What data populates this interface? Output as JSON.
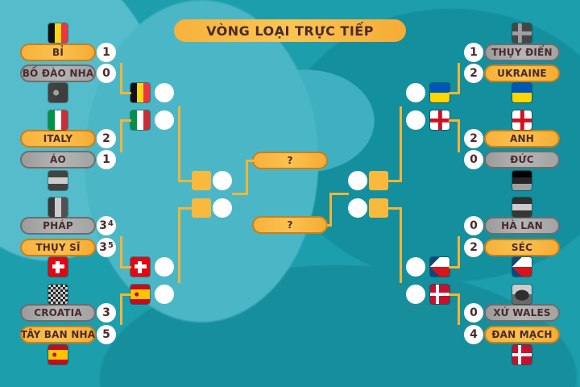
{
  "title": "VÒNG LOẠI TRỰC TIẾP",
  "colors": {
    "accent": "#f9b93d",
    "background": "#1d9eac",
    "loser": "#a3a3a3",
    "text": "#4a2a2e"
  },
  "left": {
    "teams": [
      {
        "name": "BỈ",
        "score": "1",
        "pen": "",
        "flag": "belgium",
        "winner": true
      },
      {
        "name": "BỒ ĐÀO NHA",
        "score": "0",
        "pen": "",
        "flag": "portugal",
        "winner": false
      },
      {
        "name": "ITALY",
        "score": "2",
        "pen": "",
        "flag": "italy",
        "winner": true
      },
      {
        "name": "ÁO",
        "score": "1",
        "pen": "",
        "flag": "austria",
        "winner": false
      },
      {
        "name": "PHÁP",
        "score": "3",
        "pen": "4",
        "flag": "france",
        "winner": false
      },
      {
        "name": "THỤY SĨ",
        "score": "3",
        "pen": "5",
        "flag": "switzerland",
        "winner": true
      },
      {
        "name": "CROATIA",
        "score": "3",
        "pen": "",
        "flag": "croatia",
        "winner": false
      },
      {
        "name": "TÂY BAN NHA",
        "score": "5",
        "pen": "",
        "flag": "spain",
        "winner": true
      }
    ],
    "quarter_flags": [
      "belgium",
      "italy",
      "switzerland",
      "spain"
    ]
  },
  "right": {
    "teams": [
      {
        "name": "THỤY ĐIỂN",
        "score": "1",
        "pen": "",
        "flag": "sweden",
        "winner": false
      },
      {
        "name": "UKRAINE",
        "score": "2",
        "pen": "",
        "flag": "ukraine",
        "winner": true
      },
      {
        "name": "ANH",
        "score": "2",
        "pen": "",
        "flag": "england",
        "winner": true
      },
      {
        "name": "ĐỨC",
        "score": "0",
        "pen": "",
        "flag": "germany",
        "winner": false
      },
      {
        "name": "HÀ LAN",
        "score": "0",
        "pen": "",
        "flag": "netherlands",
        "winner": false
      },
      {
        "name": "SÉC",
        "score": "2",
        "pen": "",
        "flag": "czech",
        "winner": true
      },
      {
        "name": "XỨ WALES",
        "score": "0",
        "pen": "",
        "flag": "wales",
        "winner": false
      },
      {
        "name": "ĐAN MẠCH",
        "score": "4",
        "pen": "",
        "flag": "denmark",
        "winner": true
      }
    ],
    "quarter_flags": [
      "ukraine",
      "england",
      "czech",
      "denmark"
    ]
  },
  "semifinals": [
    "?",
    "?"
  ]
}
